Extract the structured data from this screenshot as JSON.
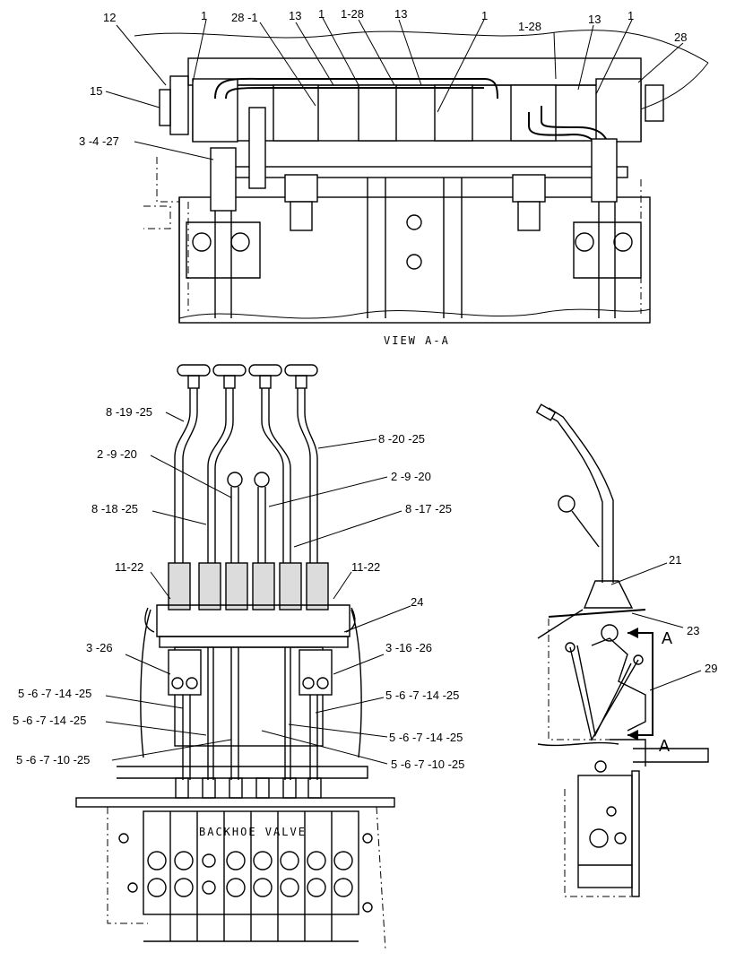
{
  "view_aa": {
    "caption": "VIEW A-A",
    "callouts": {
      "c12": "12",
      "c15": "15",
      "c3_4_27": "3 -4 -27",
      "c1_a": "1",
      "c28_1": "28 -1",
      "c13_a": "13",
      "c1_b": "1",
      "c1_28_a": "1-28",
      "c13_b": "13",
      "c1_c": "1",
      "c1_28_b": "1-28",
      "c13_c": "13",
      "c1_d": "1",
      "c28": "28"
    }
  },
  "lever_assembly": {
    "callouts": {
      "c8_19_25": "8 -19 -25",
      "c2_9_20_l": "2 -9 -20",
      "c8_18_25": "8 -18 -25",
      "c8_20_25": "8 -20 -25",
      "c2_9_20_r": "2 -9 -20",
      "c8_17_25": "8 -17 -25",
      "c11_22_l": "11-22",
      "c11_22_r": "11-22",
      "c24": "24",
      "c3_26": "3 -26",
      "c3_16_26": "3 -16 -26",
      "c5_6_7_14_25_a": "5 -6 -7 -14 -25",
      "c5_6_7_14_25_b": "5 -6 -7 -14 -25",
      "c5_6_7_14_25_c": "5 -6 -7 -14 -25",
      "c5_6_7_14_25_d": "5 -6 -7 -14 -25",
      "c5_6_7_10_25_l": "5 -6 -7 -10 -25",
      "c5_6_7_10_25_r": "5 -6 -7 -10 -25"
    },
    "valve_label": "BACKHOE VALVE"
  },
  "side_view": {
    "callouts": {
      "c21": "21",
      "c23": "23",
      "c29": "29",
      "sec_a_top": "A",
      "sec_a_bot": "A"
    }
  }
}
